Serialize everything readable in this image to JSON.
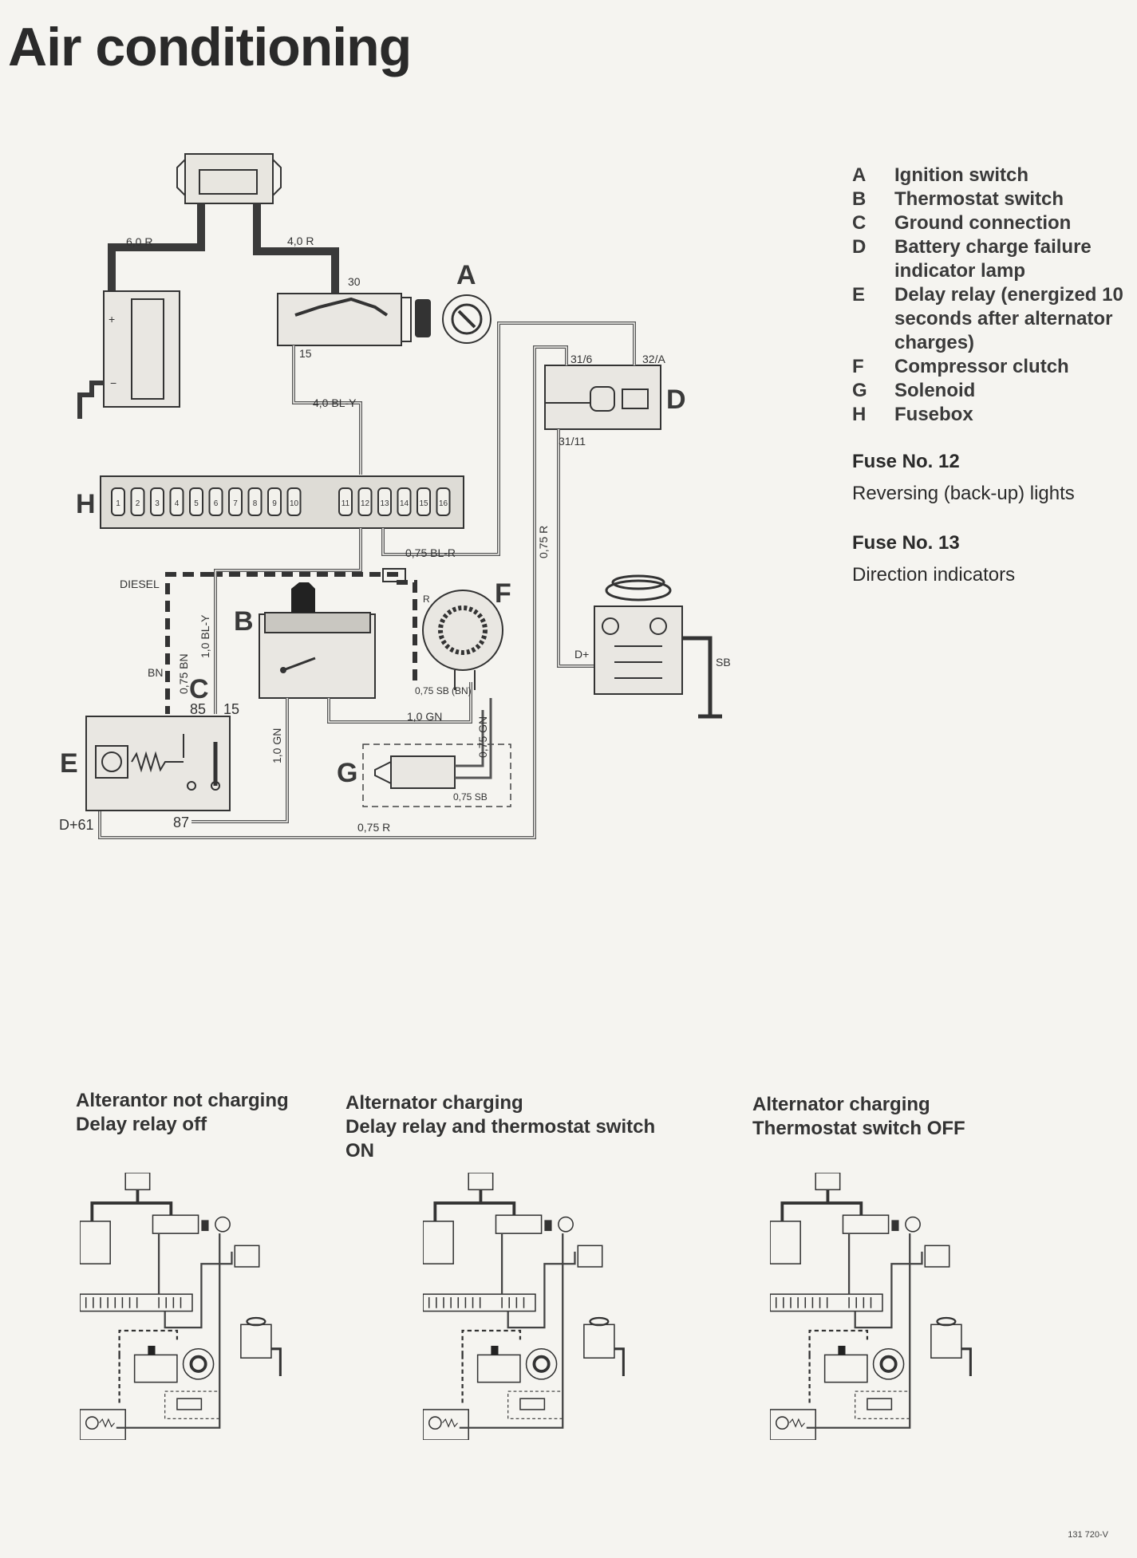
{
  "title": "Air conditioning",
  "legend": [
    {
      "key": "A",
      "text": "Ignition switch"
    },
    {
      "key": "B",
      "text": "Thermostat switch"
    },
    {
      "key": "C",
      "text": "Ground connection"
    },
    {
      "key": "D",
      "text": "Battery charge failure indicator lamp"
    },
    {
      "key": "E",
      "text": "Delay relay (energized 10 seconds after alternator charges)"
    },
    {
      "key": "F",
      "text": "Compressor clutch"
    },
    {
      "key": "G",
      "text": "Solenoid"
    },
    {
      "key": "H",
      "text": "Fusebox"
    }
  ],
  "fuses": [
    {
      "title": "Fuse No. 12",
      "desc": "Reversing (back-up) lights"
    },
    {
      "title": "Fuse No. 13",
      "desc": "Direction indicators"
    }
  ],
  "diagram_labels": {
    "A": "A",
    "B": "B",
    "C": "C",
    "D": "D",
    "E": "E",
    "F": "F",
    "G": "G",
    "H": "H",
    "wire_6R": "6,0 R",
    "wire_4R": "4,0 R",
    "wire_4BLY": "4,0 BL-Y",
    "wire_075BLR": "0,75 BL-R",
    "wire_075R_v": "0,75 R",
    "wire_075R_h": "0,75 R",
    "wire_10BLY": "1,0 BL-Y",
    "wire_075BN": "0,75 BN",
    "wire_10GN_a": "1,0 GN",
    "wire_10GN_b": "1,0 GN",
    "wire_075GN": "0,75 GN",
    "wire_075SB_a": "0,75 SB (BN)",
    "wire_075SB_b": "0,75 SB",
    "diesel": "DIESEL",
    "bn": "BN",
    "r": "R",
    "sb": "SB",
    "t30": "30",
    "t15": "15",
    "t31_6": "31/6",
    "t32_A": "32/A",
    "t31_11": "31/11",
    "t85": "85",
    "t15b": "15",
    "t87": "87",
    "tD61": "D+61",
    "tDplus": "D+",
    "fuse_numbers": [
      "1",
      "2",
      "3",
      "4",
      "5",
      "6",
      "7",
      "8",
      "9",
      "10",
      "11",
      "12",
      "13",
      "14",
      "15",
      "16"
    ]
  },
  "captions": [
    {
      "line1": "Alterantor not charging",
      "line2": "Delay relay off",
      "line3": ""
    },
    {
      "line1": "Alternator charging",
      "line2": "Delay relay and thermostat switch",
      "line3": "ON"
    },
    {
      "line1": "Alternator charging",
      "line2": "Thermostat switch OFF",
      "line3": ""
    }
  ],
  "footer_code": "131 720-V"
}
